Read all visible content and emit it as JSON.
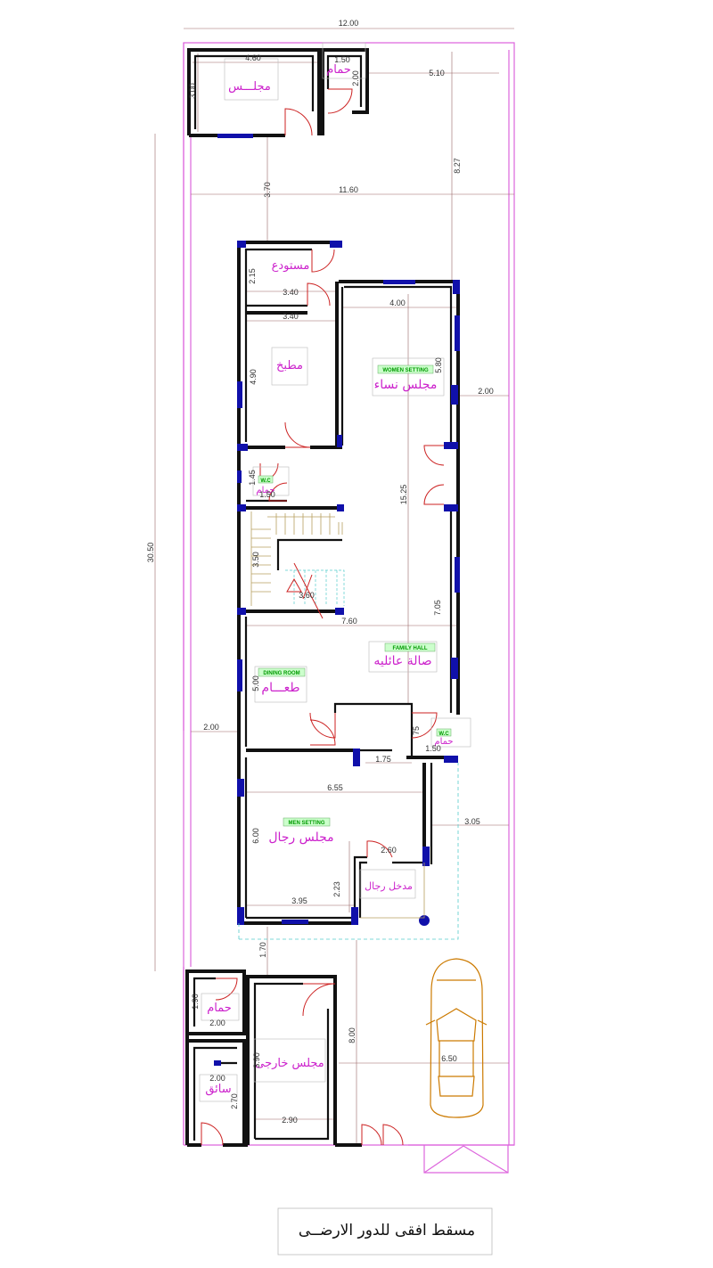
{
  "plan": {
    "title": "مسقط افقى للدور الارضــى",
    "rooms": {
      "majlis_top": "مجلـــس",
      "bath_top": "حمام",
      "storage": "مستودع",
      "kitchen": "مطبخ",
      "women_en": "WOMEN SETTING",
      "women_ar": "مجلس نساء",
      "wc_small_en": "W.C",
      "wc_small_ar": "حمام",
      "family_en": "FAMILY HALL",
      "family_ar": "صالة عائليه",
      "dining_en": "DINING ROOM",
      "dining_ar": "طعـــام",
      "wc_right_en": "W.C",
      "wc_right_ar": "حمام",
      "men_en": "MEN SETTING",
      "men_ar": "مجلس رجال",
      "men_entry": "مدخل رجال",
      "bath_bottom": "حمام",
      "outer_majlis": "مجلس خارجى",
      "driver": "سائق"
    },
    "dims": {
      "d_12_00": "12.00",
      "d_4_60": "4.60",
      "d_3_00": "3.00",
      "d_1_50a": "1.50",
      "d_2_00a": "2.00",
      "d_5_10": "5.10",
      "d_8_27": "8.27",
      "d_3_70": "3.70",
      "d_11_60": "11.60",
      "d_30_50": "30.50",
      "d_2_15": "2.15",
      "d_3_40a": "3.40",
      "d_3_40b": "3.40",
      "d_4_00": "4.00",
      "d_5_80": "5.80",
      "d_4_90": "4.90",
      "d_2_00b": "2.00",
      "d_1_45": "1.45",
      "d_1_50b": "1.50",
      "d_15_25": "15.25",
      "d_3_50": "3.50",
      "d_3_60": "3.60",
      "d_7_05": "7.05",
      "d_7_60": "7.60",
      "d_5_00": "5.00",
      "d_2_00c": "2.00",
      "d_75": "75",
      "d_1_75": "1.75",
      "d_1_50c": "1.50",
      "d_6_55": "6.55",
      "d_3_05": "3.05",
      "d_6_00": "6.00",
      "d_2_60": "2.60",
      "d_2_23": "2.23",
      "d_3_95": "3.95",
      "d_1_70": "1.70",
      "d_1_90": "1.90",
      "d_2_00d": "2.00",
      "d_8_00": "8.00",
      "d_3_90": "3.90",
      "d_6_50": "6.50",
      "d_2_00e": "2.00",
      "d_2_70": "2.70",
      "d_2_90": "2.90"
    }
  }
}
